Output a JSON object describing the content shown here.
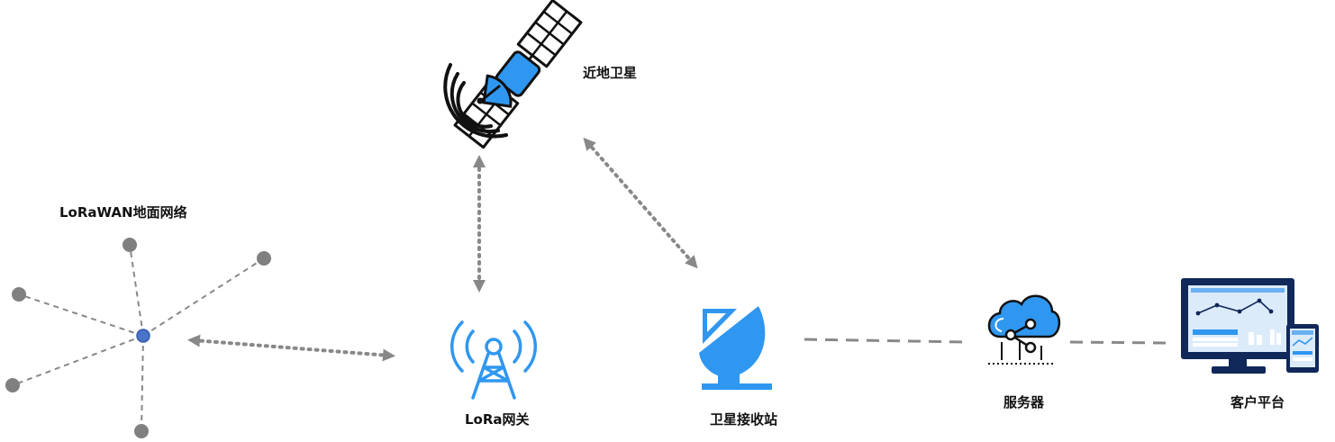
{
  "labels": {
    "ground_network": "LoRaWAN地面网络",
    "satellite": "近地卫星",
    "gateway": "LoRa网关",
    "ground_station": "卫星接收站",
    "server": "服务器",
    "client_platform": "客户平台"
  },
  "icons": {
    "satellite": "satellite-icon",
    "gateway": "antenna-tower-icon",
    "ground_station": "satellite-dish-icon",
    "server": "cloud-server-icon",
    "client_platform": "monitor-tablet-dashboard-icon"
  },
  "colors": {
    "accent_blue": "#2f97f0",
    "dark_navy": "#10285a",
    "node_gray": "#808080",
    "center_node": "#4a74c9",
    "connector_gray": "#888888",
    "outline": "#111111"
  }
}
